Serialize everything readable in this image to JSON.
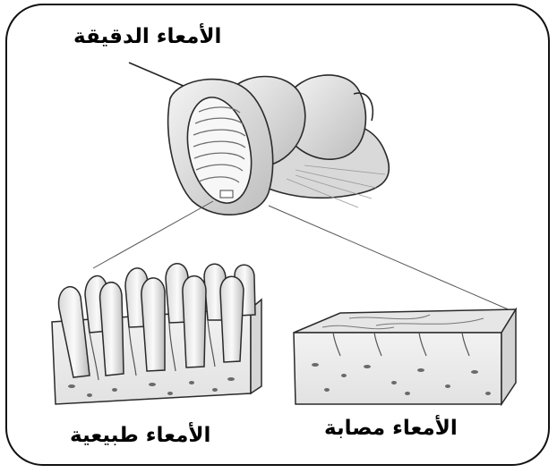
{
  "labels": {
    "small_intestine": "الأمعاء الدقيقة",
    "normal_intestine": "الأمعاء طبيعية",
    "infected_intestine": "الأمعاء مصابة"
  },
  "colors": {
    "outline": "#2a2a2a",
    "tissue_light": "#ececec",
    "tissue_mid": "#cfcfcf",
    "tissue_dark": "#8f8f8f",
    "frame": "#111111"
  }
}
